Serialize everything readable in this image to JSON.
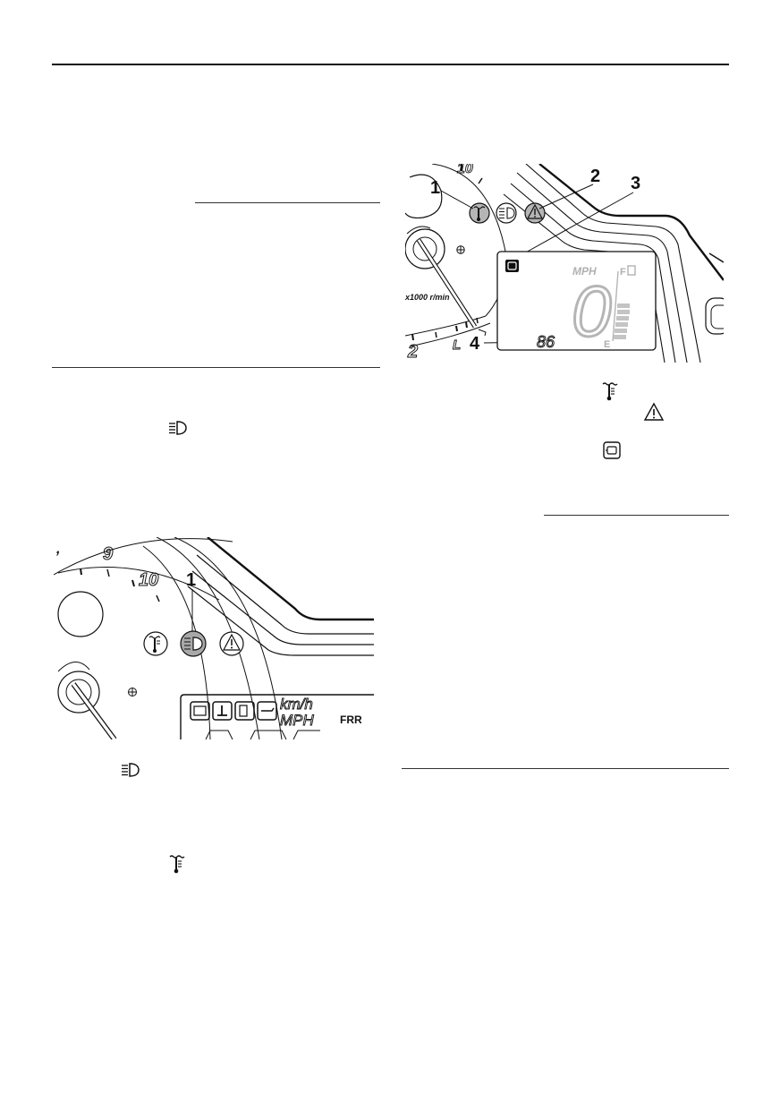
{
  "figure_left": {
    "callout_1": "1",
    "scale_9": "9",
    "scale_10": "10",
    "lcd_unit_top": "km/h",
    "lcd_unit_bottom": "MPH",
    "lcd_right_text": "FRR"
  },
  "figure_right": {
    "callout_1": "1",
    "callout_2": "2",
    "callout_3": "3",
    "callout_4": "4",
    "scale_2": "2",
    "rpm_label": "x1000 r/min",
    "lcd_unit": "MPH",
    "lcd_speed": "0",
    "lcd_fuel_full": "F",
    "lcd_fuel_empty": "E",
    "lcd_odometer": "86"
  },
  "icons": {
    "high_beam": "high-beam-icon",
    "coolant_temp": "coolant-temperature-icon",
    "warning": "warning-triangle-icon",
    "engine_trouble": "engine-trouble-icon"
  }
}
